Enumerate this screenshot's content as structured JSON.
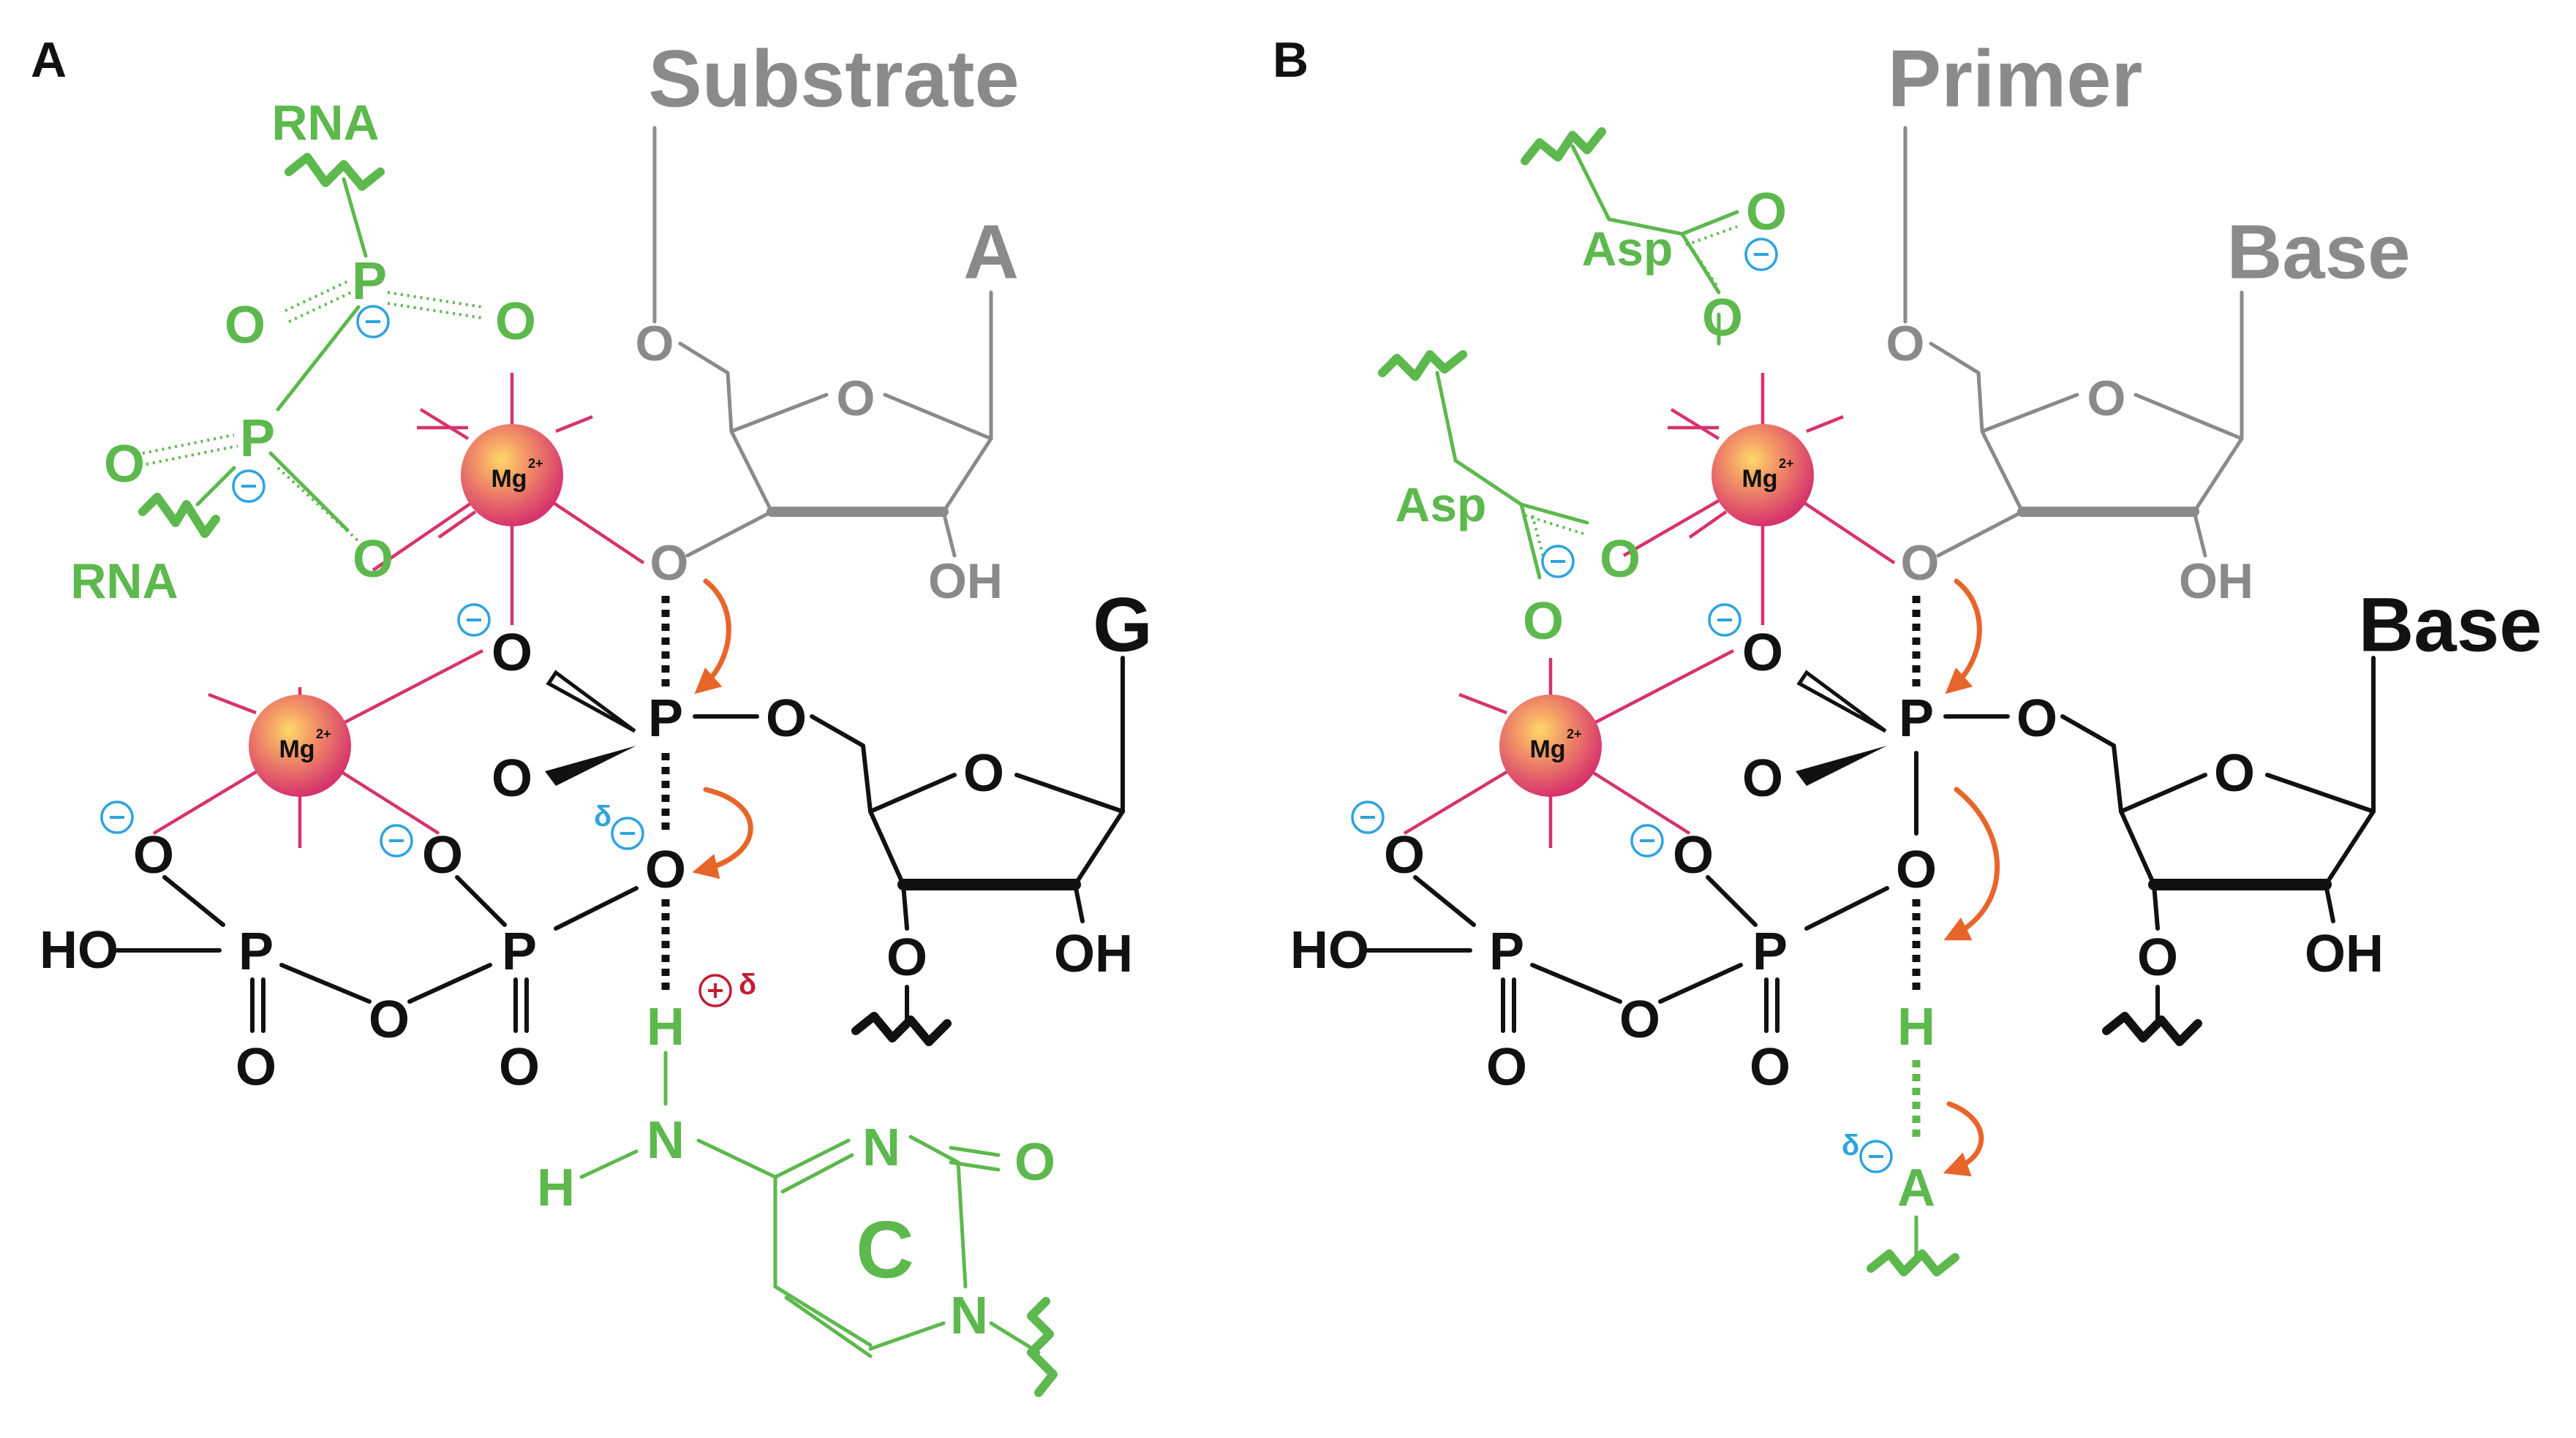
{
  "panels": [
    {
      "letter": "A",
      "title": "Substrate",
      "top_base": "A",
      "bottom_base": "G",
      "mg_ion": "Mg",
      "mg_charge": "2+",
      "rna_label_top": "RNA",
      "rna_label_bottom": "RNA",
      "nucleophile_base": "C",
      "delta": "δ"
    },
    {
      "letter": "B",
      "title": "Primer",
      "top_base": "Base",
      "bottom_base": "Base",
      "mg_ion": "Mg",
      "mg_charge": "2+",
      "asp_label_top": "Asp",
      "asp_label_bottom": "Asp",
      "acceptor": "A",
      "delta": "δ"
    }
  ],
  "atoms": {
    "phosphorus": "P",
    "oxygen": "O",
    "hydroxyl": "OH",
    "hydroxy_left": "HO",
    "hydrogen": "H",
    "nitrogen": "N"
  },
  "colors": {
    "enzyme_green": "#5db84d",
    "magnesium_pink": "#d6336c",
    "arrow_orange": "#e8652a",
    "substrate_grey": "#8a8a8a",
    "charge_blue": "#2ea3e0",
    "charge_red": "#c21d33"
  }
}
